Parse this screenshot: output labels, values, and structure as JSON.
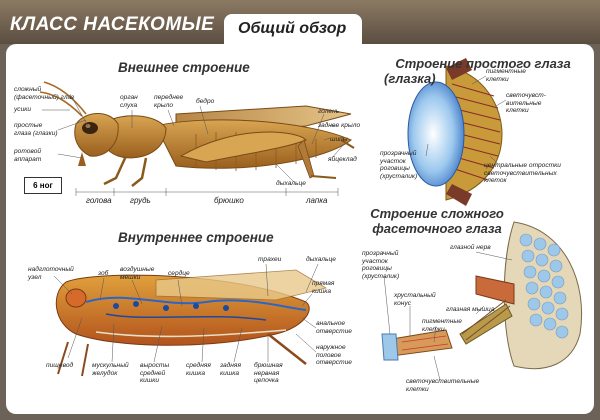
{
  "header": {
    "title": "КЛАСС НАСЕКОМЫЕ",
    "subtitle": "Общий обзор"
  },
  "external": {
    "title": "Внешнее строение",
    "labels": {
      "compound_eye": "сложный\n(фасеточный) глаз",
      "antennae": "усики",
      "simple_eyes": "простые\nглаза (глазки)",
      "mouth": "ротовой\nаппарат",
      "hearing": "орган\nслуха",
      "front_wing": "переднее\nкрыло",
      "thigh": "бедро",
      "shin": "голень",
      "hind_wing": "заднее крыло",
      "spines": "шипы",
      "ovipositor": "яйцеклад",
      "spiracle": "дыхальце",
      "head": "голова",
      "chest": "грудь",
      "abdomen": "брюшко",
      "foot": "лапка"
    },
    "legs_box": "6 ног"
  },
  "internal": {
    "title": "Внутреннее строение",
    "labels": {
      "ganglion": "надглоточный\nузел",
      "crop": "зоб",
      "air_sacs": "воздушные\nмешки",
      "heart": "сердце",
      "trachea": "трахеи",
      "spiracle": "дыхальце",
      "rectum": "прямая\nкишка",
      "anus": "анальное\nотверстие",
      "genital": "наружное\nполовое\nотверстие",
      "esophagus": "пищевод",
      "gizzard": "мускульный\nжелудок",
      "gastric": "выросты\nсредней\nкишки",
      "midgut": "средняя\nкишка",
      "hindgut": "задняя\nкишка",
      "nerve_chain": "брюшная\nнервная\nцепочка"
    }
  },
  "simple_eye": {
    "title_line1": "Строение простого глаза",
    "title_line2": "(глазка)",
    "labels": {
      "pigment": "пигментные\nклетки",
      "sensory": "светочувст-\nвительные\nклетки",
      "cornea": "прозрачный\nучасток\nроговицы\n(хрусталик)",
      "processes": "центральные отростки\nсветочувствительных\nклеток"
    }
  },
  "compound_eye": {
    "title_line1": "Строение сложного",
    "title_line2": "фасеточного глаза",
    "labels": {
      "nerve": "глазной нерв",
      "cornea": "прозрачный\nучасток\nроговицы\n(хрусталик)",
      "cone": "хрустальный\nконус",
      "muscle": "глазная мышца",
      "pigment": "пигментные\nклетки",
      "sensory": "светочувствительные\nклетки"
    }
  }
}
